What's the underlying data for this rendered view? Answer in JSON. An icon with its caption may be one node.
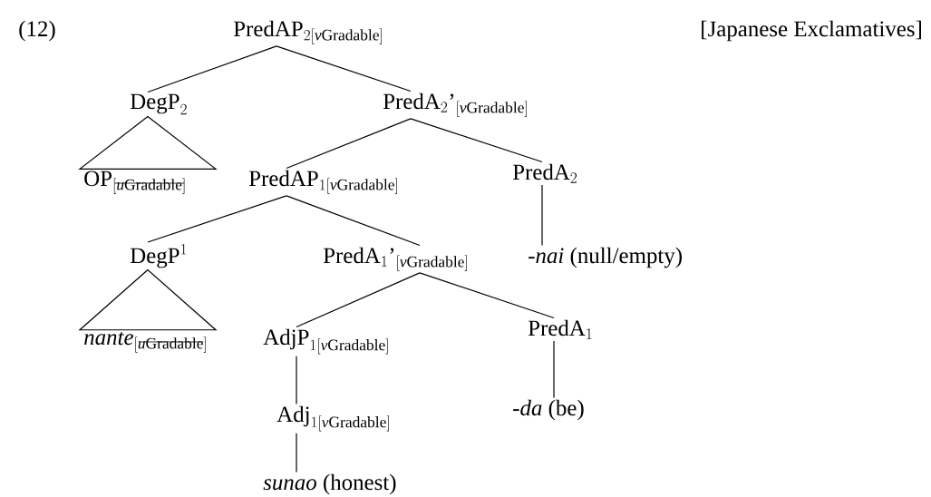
{
  "diagram": {
    "nodes": [
      {
        "text": [
          "\\mathrm{PredAP}_{2[\\mathit{v}\\mathrm{Gradable}]}"
        ]
      },
      {
        "text": [
          "\\mathrm{DegP}_{2}"
        ]
      },
      {
        "text": [
          "\\mathrm{PredA}_{2}\\mathrm{’}_{[\\mathit{v}\\mathrm{Gradable}]}"
        ]
      },
      {
        "text": [
          "\\mathrm{OP}_{[\\mathit{u}\\mathrm{Gradable}]}"
        ]
      },
      {
        "text": [
          "\\mathrm{PredAP}_{1[\\mathit{v}\\mathrm{Gradable}]}"
        ]
      },
      {
        "text": [
          "\\mathrm{PredA}_{2}"
        ]
      },
      {
        "text": [
          "\\mathrm{DegP}^{1}"
        ]
      },
      {
        "text": [
          "\\mathrm{PredA}_{1}\\mathrm{’}_{[\\mathit{v}\\mathrm{Gradable}]}"
        ]
      },
      {
        "text": [
          "-*nai* (null/empty)"
        ]
      },
      {
        "text": [
          "\\mathit{nante}_{[\\mathit{u}\\mathrm{Gradable}]}"
        ]
      },
      {
        "text": [
          "\\mathrm{AdjP}_{1[\\mathit{v}\\mathrm{Gradable}]}"
        ]
      },
      {
        "text": [
          "\\mathrm{PredA}_{1}"
        ]
      },
      {
        "text": [
          "\\mathrm{Adj}_{1[\\mathit{v}\\mathrm{Gradable}]}"
        ]
      },
      {
        "text": [
          "-*da* (be)"
        ]
      },
      {
        "text": [
          "*sunao* (honest)"
        ]
      }
    ],
    "edges": [
      {
        "from": 0,
        "to": 1,
        "arrow": "none"
      },
      {
        "from": 0,
        "to": 2,
        "arrow": "none"
      },
      {
        "from": 1,
        "to": 3,
        "arrow": "none"
      },
      {
        "from": 2,
        "to": 4,
        "arrow": "none"
      },
      {
        "from": 2,
        "to": 5,
        "arrow": "none"
      },
      {
        "from": 4,
        "to": 6,
        "arrow": "none"
      },
      {
        "from": 4,
        "to": 7,
        "arrow": "none"
      },
      {
        "from": 5,
        "to": 8,
        "arrow": "none"
      },
      {
        "from": 6,
        "to": 9,
        "arrow": "none"
      },
      {
        "from": 7,
        "to": 10,
        "arrow": "none"
      },
      {
        "from": 7,
        "to": 11,
        "arrow": "none"
      },
      {
        "from": 10,
        "to": 12,
        "arrow": "none"
      },
      {
        "from": 11,
        "to": 13,
        "arrow": "none"
      },
      {
        "from": 12,
        "to": 14,
        "arrow": "none"
      }
    ],
    "labels": [
      "(12)",
      "[Japanese Exclamatives]"
    ]
  }
}
